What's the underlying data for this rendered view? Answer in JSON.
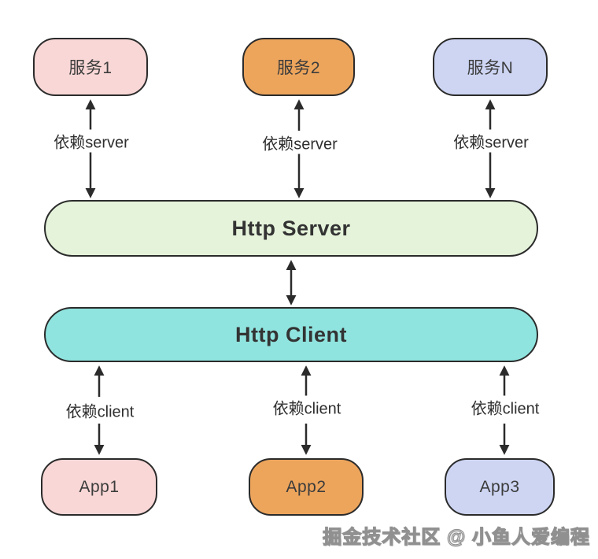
{
  "diagram": {
    "top_nodes": [
      {
        "id": "service-1",
        "label": "服务1",
        "fill": "#f8d7d6"
      },
      {
        "id": "service-2",
        "label": "服务2",
        "fill": "#eda55c"
      },
      {
        "id": "service-n",
        "label": "服务N",
        "fill": "#cdd5f3"
      }
    ],
    "server_bar": {
      "label": "Http Server",
      "fill": "#e4f3da"
    },
    "client_bar": {
      "label": "Http Client",
      "fill": "#90e4df"
    },
    "bottom_nodes": [
      {
        "id": "app-1",
        "label": "App1",
        "fill": "#f8d7d6"
      },
      {
        "id": "app-2",
        "label": "App2",
        "fill": "#eda55c"
      },
      {
        "id": "app-3",
        "label": "App3",
        "fill": "#cdd5f3"
      }
    ],
    "edge_labels": {
      "server": "依赖server",
      "client": "依赖client"
    },
    "watermark": "掘金技术社区 @ 小鱼人爱编程"
  },
  "colors": {
    "background": "#ffffff",
    "node_border": "#2b2b2b",
    "arrow": "#2b2b2b",
    "node_text": "#3c3c3c",
    "bar_text": "#333333",
    "watermark_outline": "#909090",
    "pink": "#f8d7d6",
    "orange": "#eda55c",
    "lavender": "#cdd5f3",
    "green": "#e4f3da",
    "teal": "#90e4df"
  }
}
